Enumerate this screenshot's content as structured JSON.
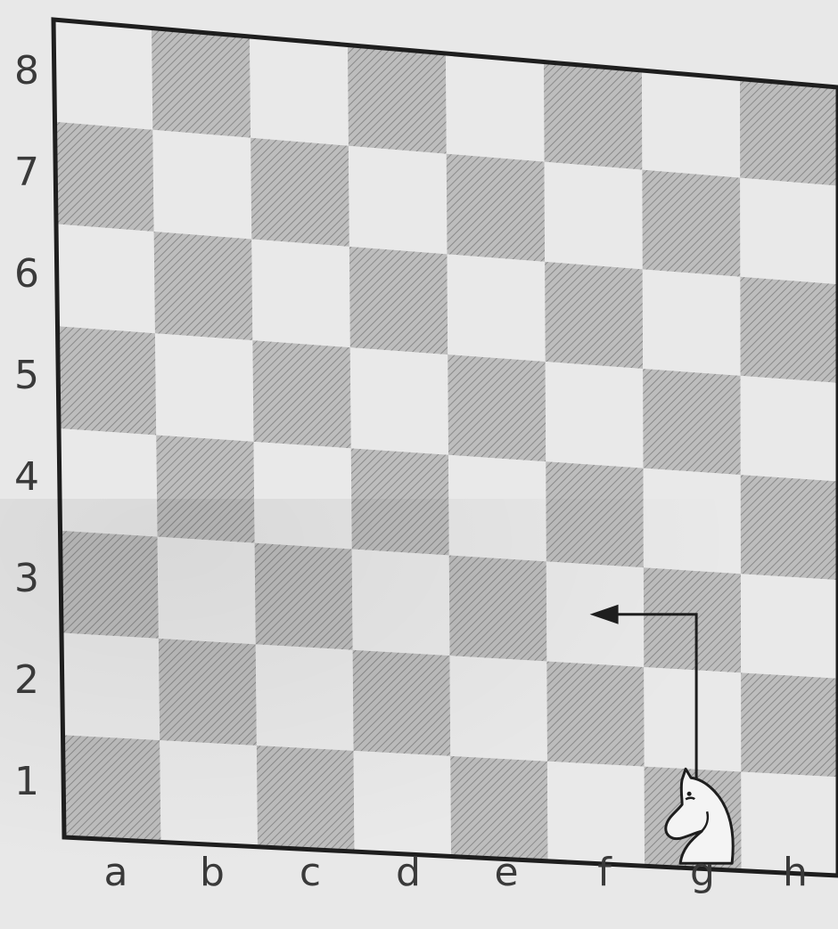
{
  "board": {
    "ranks": [
      "8",
      "7",
      "6",
      "5",
      "4",
      "3",
      "2",
      "1"
    ],
    "files": [
      "a",
      "b",
      "c",
      "d",
      "e",
      "f",
      "g",
      "h"
    ],
    "piece": {
      "type": "knight",
      "color": "white",
      "square": "g1",
      "icon": "knight-icon"
    },
    "move_arrow": {
      "from": "g1",
      "to": "f3"
    },
    "colors": {
      "light_square": "#e9e9e9",
      "dark_square": "#b9b9b9",
      "hatch": "#8a8a8a",
      "border": "#1e1e1e",
      "background": "#e8e8e8"
    }
  }
}
